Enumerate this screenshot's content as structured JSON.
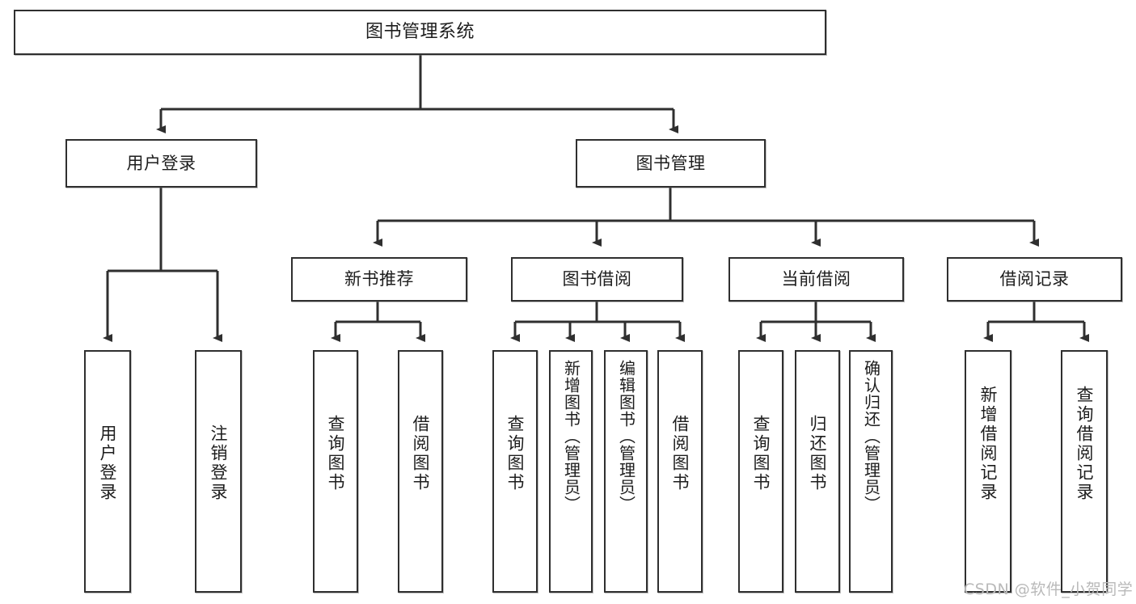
{
  "diagram": {
    "type": "tree",
    "title": "图书管理系统",
    "root": {
      "label": "图书管理系统"
    },
    "level1": [
      {
        "label": "用户登录"
      },
      {
        "label": "图书管理"
      }
    ],
    "level2": [
      {
        "label": "新书推荐"
      },
      {
        "label": "图书借阅"
      },
      {
        "label": "当前借阅"
      },
      {
        "label": "借阅记录"
      }
    ],
    "leaves": {
      "user_login": [
        {
          "label": "用户登录"
        },
        {
          "label": "注销登录"
        }
      ],
      "new_book": [
        {
          "label": "查询图书"
        },
        {
          "label": "借阅图书"
        }
      ],
      "book_borrow": [
        {
          "label": "查询图书"
        },
        {
          "label": "新增图书（管理员）"
        },
        {
          "label": "编辑图书（管理员）"
        },
        {
          "label": "借阅图书"
        }
      ],
      "current_borrow": [
        {
          "label": "查询图书"
        },
        {
          "label": "归还图书"
        },
        {
          "label": "确认归还（管理员）"
        }
      ],
      "borrow_record": [
        {
          "label": "新增借阅记录"
        },
        {
          "label": "查询借阅记录"
        }
      ]
    }
  },
  "watermark": {
    "text": "CSDN @软件_小贺同学"
  },
  "colors": {
    "stroke": "#2f2f2f",
    "fill": "#ffffff",
    "text": "#1d1d1d",
    "watermark": "#b9b9b9"
  }
}
